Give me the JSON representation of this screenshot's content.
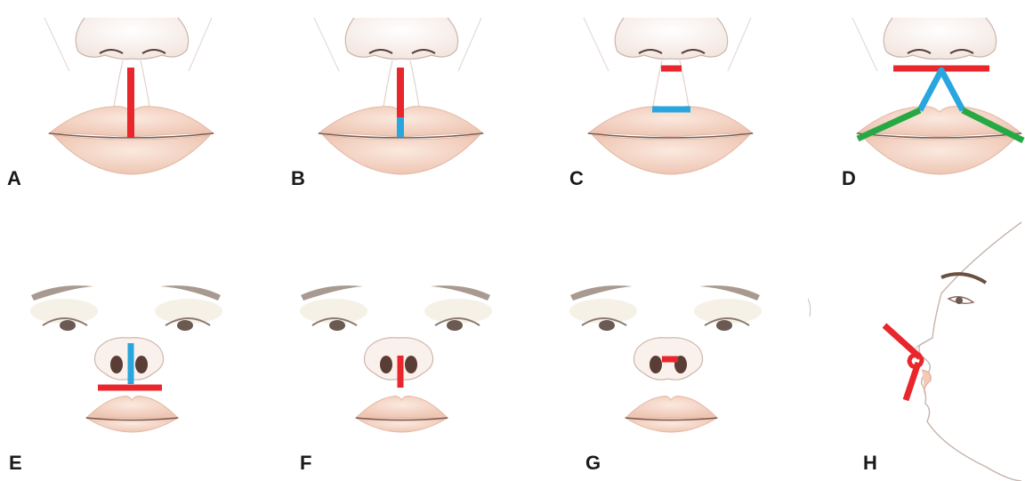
{
  "colors": {
    "red": "#e8262b",
    "blue": "#2aa6df",
    "green": "#26a844",
    "lip": "#f1cdbb",
    "lip_shadow": "#e6b3a0",
    "skin_line": "#c9b7ad",
    "nostril": "#5a3e36",
    "brow": "#9a8a80",
    "eye": "#6b5a52"
  },
  "panels": {
    "A": {
      "label": "A"
    },
    "B": {
      "label": "B"
    },
    "C": {
      "label": "C"
    },
    "D": {
      "label": "D"
    },
    "E": {
      "label": "E"
    },
    "F": {
      "label": "F"
    },
    "G": {
      "label": "G"
    },
    "H": {
      "label": "H"
    }
  }
}
